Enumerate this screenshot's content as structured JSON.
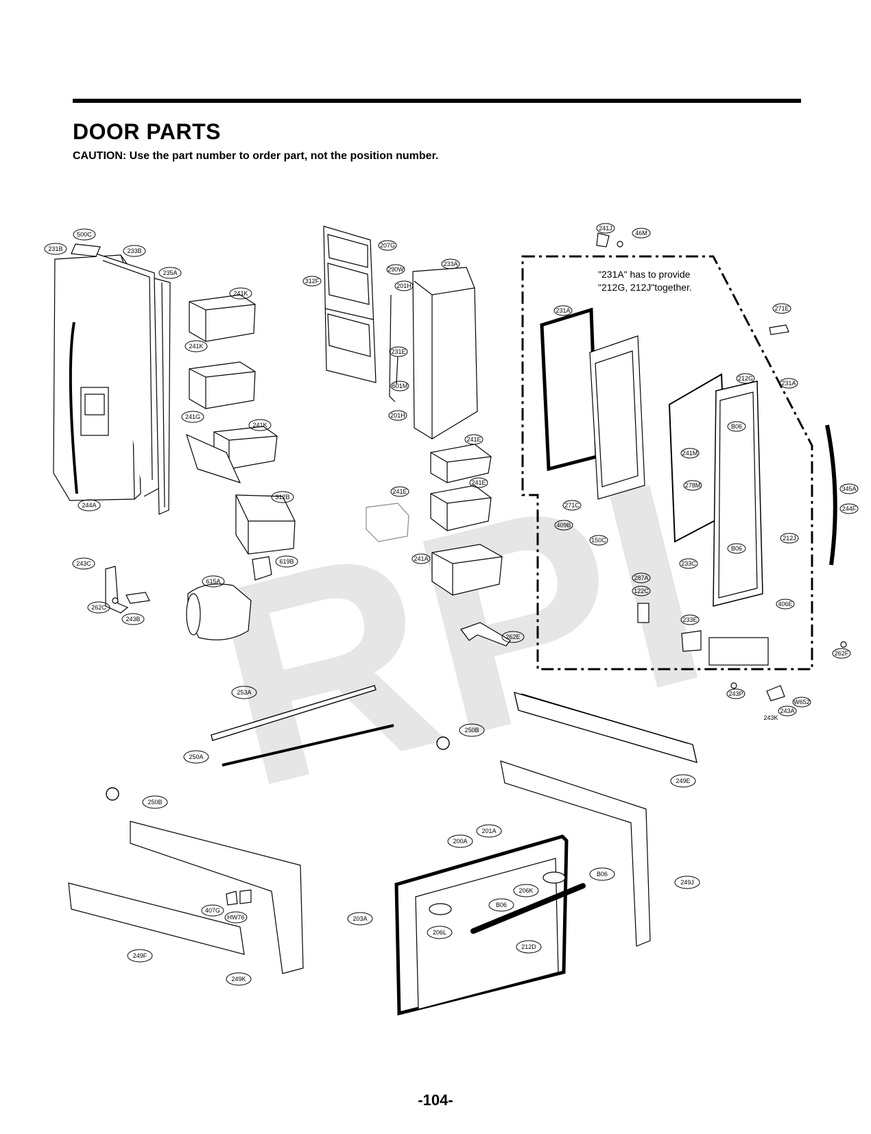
{
  "page": {
    "title": "DOOR PARTS",
    "caution": "CAUTION: Use the part number to order part, not the position number.",
    "page_number": "-104-",
    "watermark": "RPI"
  },
  "note": {
    "line1": "\"231A\" has to provide",
    "line2": "\"212G, 212J\"together."
  },
  "callouts": {
    "c500C": "500C",
    "c231B": "231B",
    "c233B": "233B",
    "c235A": "235A",
    "c241K_1": "241K",
    "c241K_2": "241K",
    "c241K_3": "241K",
    "c241G": "241G",
    "c244A": "244A",
    "c312B": "312B",
    "c243C": "243C",
    "c262C": "262C",
    "c243B": "243B",
    "c619B": "619B",
    "c615A": "615A",
    "c312F": "312F",
    "c207G": "207G",
    "c290W": "290W",
    "c201H_1": "201H",
    "c201H_2": "201H",
    "c231E": "231E",
    "c601M": "601M",
    "c233A": "233A",
    "c241E_1": "241E",
    "c241E_2": "241E",
    "c241E_3": "241E",
    "c241A": "241A",
    "c262E": "262E",
    "c241J": "241J",
    "c46M": "46M",
    "c271E": "271E",
    "c231A_1": "231A",
    "c231A_2": "231A",
    "c212G": "212G",
    "cB06_1": "B06",
    "cB06_2": "B06",
    "c241M": "241M",
    "c278M": "278M",
    "c271C": "271C",
    "c409B": "409B",
    "c150C": "150C",
    "c233C": "233C",
    "c287A": "287A",
    "c122C": "122C",
    "c233E": "233E",
    "c212J": "212J",
    "c406E": "406E",
    "c345A": "345A",
    "c244F": "244F",
    "c262F": "262F",
    "c243P": "243P",
    "cW652": "W652",
    "c243K": "243K",
    "c243A": "243A",
    "c253A": "253A",
    "c250A": "250A",
    "c250B_1": "250B",
    "c250B_2": "250B",
    "c249E": "249E",
    "c200A": "200A",
    "c201A": "201A",
    "cB06_3": "B06",
    "c206K": "206K",
    "cB06_4": "B06",
    "c249J": "249J",
    "c203A": "203A",
    "c206L": "206L",
    "c212D": "212D",
    "c407G": "407G",
    "cHW76": "HW76",
    "c249F": "249F",
    "c249K": "249K"
  },
  "colors": {
    "ink": "#000000",
    "watermark": "#e6e6e6",
    "paper": "#ffffff"
  }
}
